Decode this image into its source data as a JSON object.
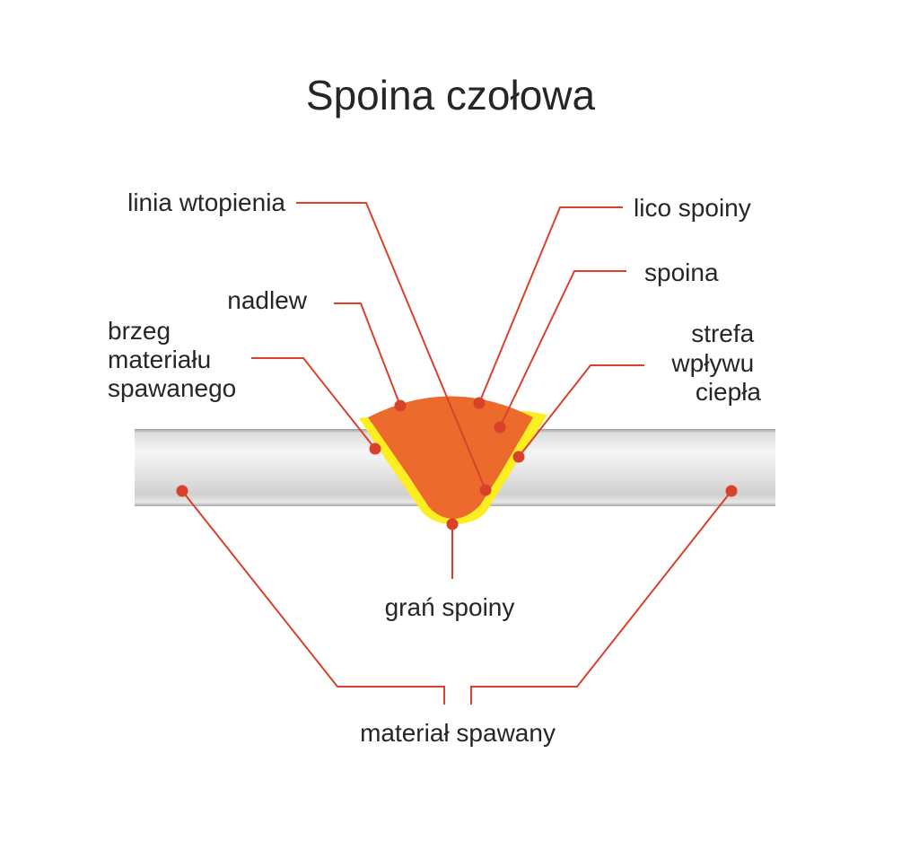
{
  "title": "Spoina czołowa",
  "labels": {
    "linia_wtopienia": "linia wtopienia",
    "lico_spoiny": "lico spoiny",
    "spoina": "spoina",
    "nadlew": "nadlew",
    "brzeg": [
      "brzeg",
      "materiału",
      "spawanego"
    ],
    "strefa": [
      "strefa",
      "wpływu",
      "ciepła"
    ],
    "gran_spoiny": "grań spoiny",
    "material_spawany": "materiał spawany"
  },
  "colors": {
    "leader": "#d9412b",
    "weld": "#ec6a2c",
    "haz": "#fcee21",
    "plate_light": "#f4f4f4",
    "plate_mid": "#d8d8d8",
    "plate_dark": "#b6b6b6",
    "text": "#262626"
  }
}
